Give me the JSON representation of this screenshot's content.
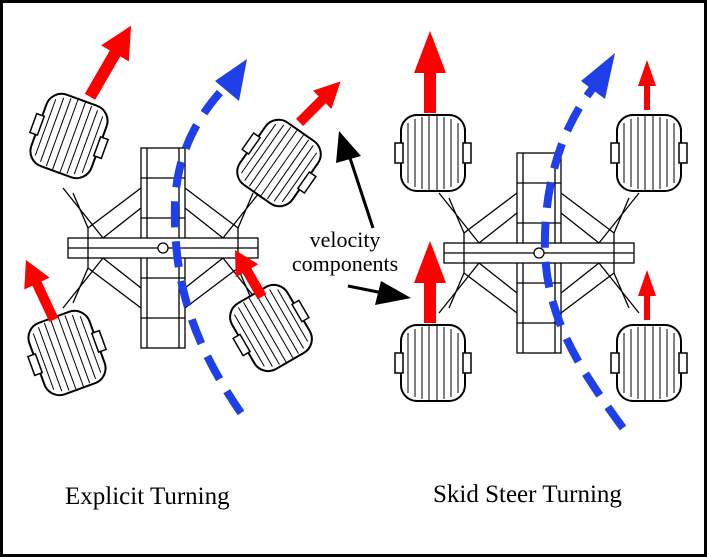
{
  "annotation": {
    "line1": "velocity",
    "line2": "components"
  },
  "captions": {
    "left": "Explicit Turning",
    "right": "Skid Steer Turning"
  },
  "colors": {
    "wheel_velocity_arrow": "#ff0000",
    "path_curve": "#1f3fe8",
    "outline": "#000000"
  },
  "panels": [
    {
      "name": "explicit-turning",
      "wheels": 4,
      "wheel_orientation": "rotated"
    },
    {
      "name": "skid-steer-turning",
      "wheels": 4,
      "wheel_orientation": "straight"
    }
  ]
}
